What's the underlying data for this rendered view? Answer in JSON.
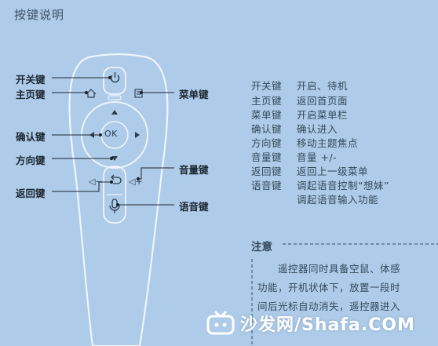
{
  "title": "按键说明",
  "callouts": {
    "power": "开关键",
    "home": "主页键",
    "menu": "菜单键",
    "ok": "确认键",
    "direction": "方向键",
    "volume": "音量键",
    "back": "返回键",
    "voice": "语音键"
  },
  "remote_labels": {
    "ok": "OK",
    "vol_minus": "◁−",
    "vol_plus": "◁+"
  },
  "descriptions": [
    {
      "key": "开关键",
      "text": "开启、待机"
    },
    {
      "key": "主页键",
      "text": "返回首页面"
    },
    {
      "key": "菜单键",
      "text": "开启菜单栏"
    },
    {
      "key": "确认键",
      "text": "确认进入"
    },
    {
      "key": "方向键",
      "text": "移动主题焦点"
    },
    {
      "key": "音量键",
      "text": "音量 +/-"
    },
    {
      "key": "返回键",
      "text": "返回上一级菜单"
    },
    {
      "key": "语音键",
      "text": "调起语音控制“想妹”"
    }
  ],
  "description_extra": "调起语音输入功能",
  "note": {
    "title": "注意",
    "lines": [
      "遥控器同时具备空鼠、体感",
      "功能，开机状体下，放置一段时",
      "间后光标自动消失，遥控器进入"
    ]
  },
  "watermark": "沙发网/Shafa.COM",
  "colors": {
    "background": "#aecbe9",
    "remote_outline": "#eef5fc",
    "callout_line": "#1d2630"
  }
}
